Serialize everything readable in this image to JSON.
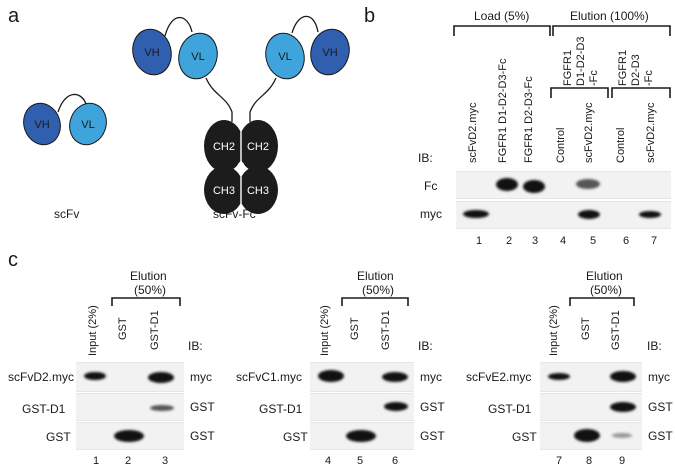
{
  "panels": {
    "a": "a",
    "b": "b",
    "c": "c"
  },
  "panel_a": {
    "scfv_label": "scFv",
    "scfvfc_label": "scFv-Fc",
    "domains": {
      "vh": "VH",
      "vl": "VL",
      "ch2": "CH2",
      "ch3": "CH3"
    }
  },
  "panel_b": {
    "load_header": "Load (5%)",
    "elution_header": "Elution (100%)",
    "elution_groups": [
      "FGFR1 D1-D2-D3 -Fc",
      "FGFR1 D2-D3 -Fc"
    ],
    "elution_group_lines": [
      [
        "FGFR1",
        "D1-D2-D3",
        "-Fc"
      ],
      [
        "FGFR1",
        "D2-D3",
        "-Fc"
      ]
    ],
    "lanes": [
      "scFvD2.myc",
      "FGFR1 D1-D2-D3-Fc",
      "FGFR1 D2-D3-Fc",
      "Control",
      "scFvD2.myc",
      "Control",
      "scFvD2.myc"
    ],
    "ib_label": "IB:",
    "rows": [
      "Fc",
      "myc"
    ],
    "lane_numbers": [
      "1",
      "2",
      "3",
      "4",
      "5",
      "6",
      "7"
    ]
  },
  "panel_c": {
    "elution_header": "Elution",
    "elution_pct": "(50%)",
    "ib_label": "IB:",
    "lanes": [
      "Input (2%)",
      "GST",
      "GST-D1"
    ],
    "subpanels": [
      {
        "rows": [
          "scFvD2.myc",
          "GST-D1",
          "GST"
        ],
        "ib": [
          "myc",
          "GST",
          "GST"
        ],
        "numbers": [
          "1",
          "2",
          "3"
        ]
      },
      {
        "rows": [
          "scFvC1.myc",
          "GST-D1",
          "GST"
        ],
        "ib": [
          "myc",
          "GST",
          "GST"
        ],
        "numbers": [
          "4",
          "5",
          "6"
        ]
      },
      {
        "rows": [
          "scFvE2.myc",
          "GST-D1",
          "GST"
        ],
        "ib": [
          "myc",
          "GST",
          "GST"
        ],
        "numbers": [
          "7",
          "8",
          "9"
        ]
      }
    ]
  },
  "colors": {
    "vh": "#2f5fae",
    "vl": "#3fa3dc",
    "fc": "#1c1c1c",
    "line": "#1a1a1a"
  }
}
